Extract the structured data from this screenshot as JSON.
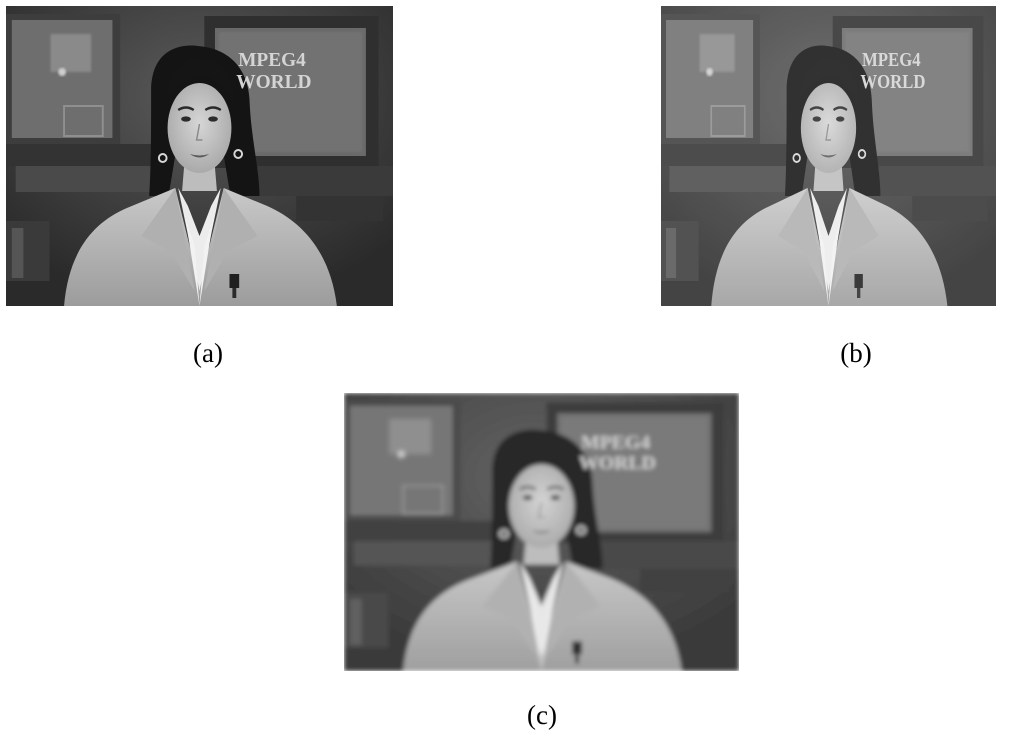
{
  "figure": {
    "panels": [
      {
        "id": "a",
        "caption": "(a)",
        "screen_text": [
          "MPEG4",
          "WORLD"
        ],
        "rendition": "original"
      },
      {
        "id": "b",
        "caption": "(b)",
        "screen_text": [
          "MPEG4",
          "WORLD"
        ],
        "rendition": "lower-contrast"
      },
      {
        "id": "c",
        "caption": "(c)",
        "screen_text": [
          "MPEG4",
          "WORLD"
        ],
        "rendition": "degraded"
      }
    ]
  },
  "colors": {
    "background": "#ffffff",
    "caption": "#000000"
  }
}
